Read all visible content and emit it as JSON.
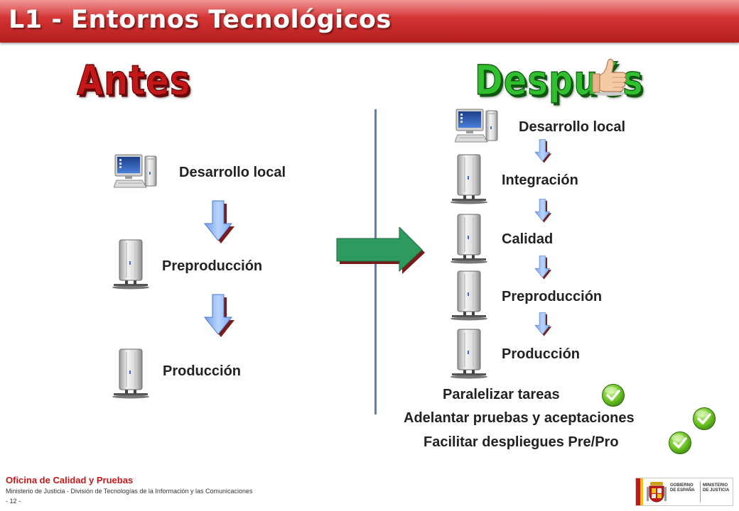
{
  "title": "L1 - Entornos Tecnológicos",
  "headings": {
    "before": "Antes",
    "after": "Después"
  },
  "before": {
    "items": [
      "Desarrollo local",
      "Preproducción",
      "Producción"
    ]
  },
  "after": {
    "items": [
      "Desarrollo local",
      "Integración",
      "Calidad",
      "Preproducción",
      "Producción"
    ]
  },
  "benefits": [
    "Paralelizar tareas",
    "Adelantar pruebas y aceptaciones",
    "Facilitar despliegues Pre/Pro"
  ],
  "footer": {
    "office": "Oficina de Calidad y Pruebas",
    "ministry_line": "Ministerio de Justicia  -  División de Tecnologías de la Información y las Comunicaciones",
    "page": "- 12 -"
  },
  "logo": {
    "left": "GOBIERNO DE ESPAÑA",
    "right": "MINISTERIO DE JUSTICIA"
  },
  "colors": {
    "title_bar": "#d23232",
    "antes": "#c41818",
    "despues": "#2fbf2f",
    "arrow_down": "#8fb8f0",
    "arrow_right": "#2e9a5e",
    "divider": "#5a7fbf"
  },
  "icons": [
    "desktop-computer-icon",
    "server-tower-icon",
    "down-arrow-icon",
    "right-arrow-icon",
    "thumbs-up-icon",
    "checkmark-icon"
  ]
}
